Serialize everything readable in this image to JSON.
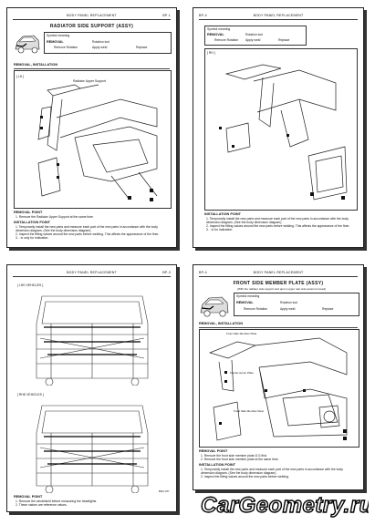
{
  "page1": {
    "header_left": "BODY PANEL REPLACEMENT",
    "header_right": "BP-1",
    "title": "RADIATOR SIDE SUPPORT (ASSY)",
    "legend_head": "Symbol meaning",
    "legend_label": "REMOVAL",
    "legend_items": [
      "Remove Rotation",
      "Rotation tool",
      "Apply weld",
      "Replace"
    ],
    "section": "REMOVAL, INSTALLATION",
    "callout": "Radiator Upper Support",
    "lh_label": "[ LH ]",
    "removal_head": "REMOVAL POINT",
    "removal_lines": [
      "1.   Remove the Radiator Upper Support at the same time."
    ],
    "install_head": "INSTALLATION POINT",
    "install_lines": [
      "1.   Temporarily install the new parts and measure each part of the new parts in accordance with the body",
      "      dimension diagram. (See the body dimension diagram).",
      "2.   Inspect the fitting values around the new parts before welding. This affects the appearance of the finer.",
      "3.   ∙ is only for indication."
    ]
  },
  "page2": {
    "header_left": "BP-4",
    "header_right": "BODY PANEL REPLACEMENT",
    "legend_head": "Symbol meaning",
    "legend_label": "REMOVAL",
    "legend_items": [
      "Remove Rotation",
      "Rotation tool",
      "Apply weld",
      "Replace"
    ],
    "rh_label": "[ RH ]",
    "install_head": "INSTALLATION POINT",
    "install_lines": [
      "1.   Temporarily install the new parts and measure each part of the new parts in accordance with the body",
      "      dimension diagram. (See the body dimension diagram).",
      "2.   Inspect the fitting values around the new parts before welding. This affects the appearance of the finer.",
      "3.   ∙ is for indication."
    ]
  },
  "page3": {
    "header_left": "BODY PANEL REPLACEMENT",
    "header_right": "BP-3",
    "lh_vehicles": "[ LHD VEHICLES ]",
    "rh_vehicles": "[ RHD VEHICLES ]",
    "removal_head": "REMOVAL POINT",
    "removal_lines": [
      "1.   Remove the windshield before measuring the headlights.",
      "2.   These values are reference values."
    ],
    "corner_note": "BNC-PP"
  },
  "page4": {
    "header_left": "BP-4",
    "header_right": "BODY PANEL REPLACEMENT",
    "title": "FRONT SIDE MEMBER PLATE (ASSY)",
    "subtitle": "(With the radiator side support and apron upper rear side panel removed)",
    "legend_head": "Symbol meaning",
    "legend_label": "REMOVAL",
    "legend_items": [
      "Remove Rotation",
      "Rotation tool",
      "Apply weld",
      "Replace"
    ],
    "section": "REMOVAL, INSTALLATION",
    "callout_a": "Front Side Member Plate",
    "callout_b": "Fender Apron Plate",
    "callout_c": "Front Side Member Rear",
    "removal_head": "REMOVAL POINT",
    "removal_lines": [
      "1.   Remove the front side member plate-S.G first.",
      "2.   Remove the front side member plate at the same time."
    ],
    "install_head": "INSTALLATION POINT",
    "install_lines": [
      "1.   Temporarily install the new parts and measure each part of the new parts in accordance with the body",
      "      dimension diagram. (See the body dimension diagram).",
      "2.   Inspect the fitting values around the new parts before welding."
    ]
  },
  "logo": {
    "text": "CarGeometry",
    "suffix": ".ru"
  }
}
